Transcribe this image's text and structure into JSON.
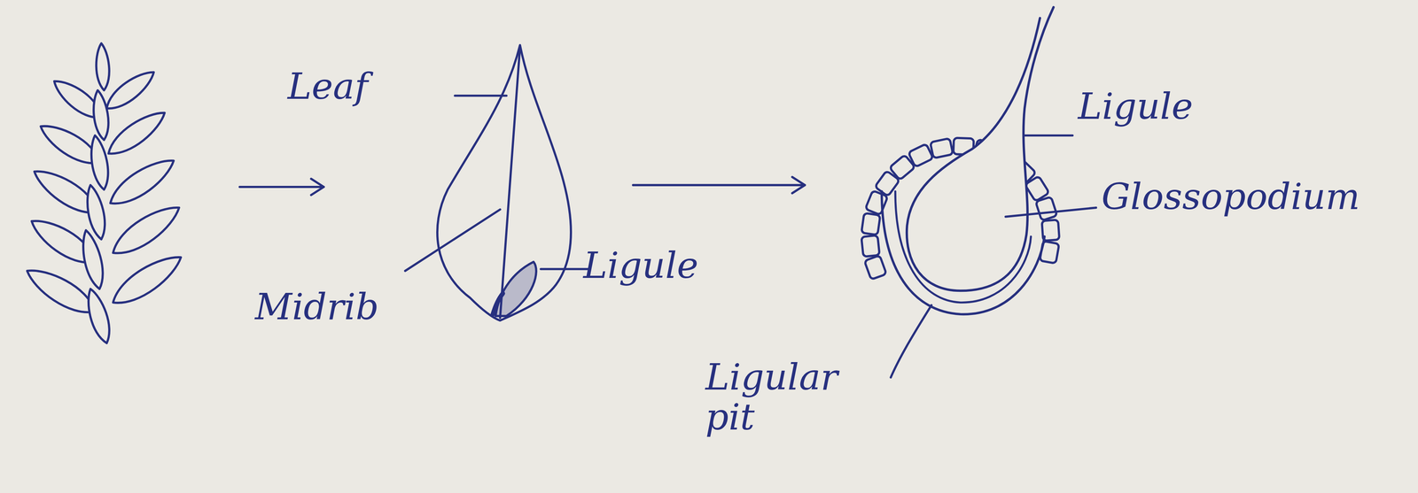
{
  "diagram": {
    "labels": [
      "Leaf",
      "Midrib",
      "Ligule",
      "Ligule",
      "Glossopodium",
      "Ligular pit"
    ]
  }
}
